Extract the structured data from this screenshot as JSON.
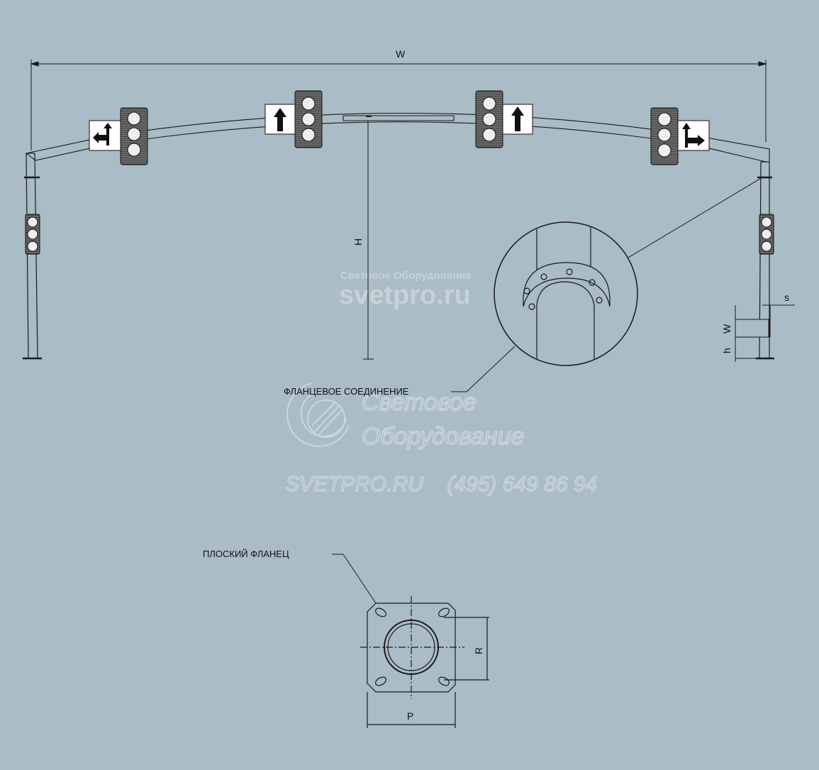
{
  "dimensions": {
    "width_label": "W",
    "height_label": "H",
    "thickness_label": "s",
    "flange_width_label": "W",
    "flange_height_label": "h",
    "flange_size_label": "P",
    "flange_radius_label": "R"
  },
  "callouts": {
    "flange_connection": "ФЛАНЦЕВОЕ СОЕДИНЕНИЕ",
    "flat_flange": "ПЛОСКИЙ ФЛАНЕЦ"
  },
  "watermark": {
    "small_title": "Световое Оборудование",
    "small_url": "svetpro.ru",
    "logo_line1": "Световое",
    "logo_line2": "Оборудование",
    "contact": "SVETPRO.RU    (495) 649 86 94"
  },
  "colors": {
    "background": "#aabcc5",
    "line": "#1a1a1a",
    "sign_face": "#ffffff",
    "watermark": "#c7d2d8"
  },
  "icons": [
    "arrow-left-up-icon",
    "arrow-up-icon",
    "arrow-up-icon",
    "arrow-right-up-icon"
  ]
}
